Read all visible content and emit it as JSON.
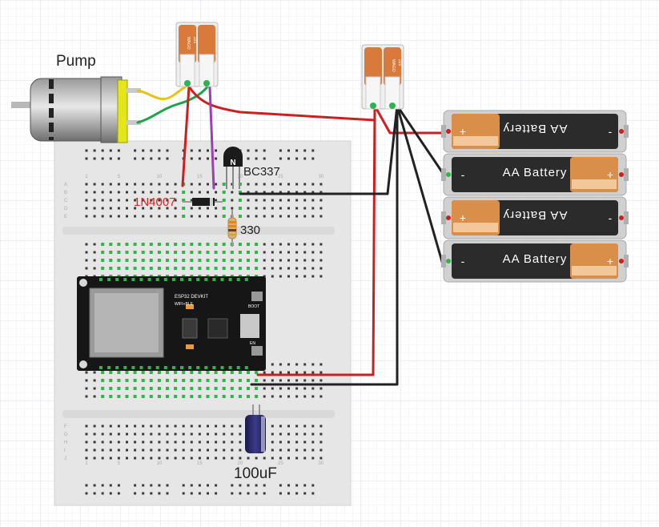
{
  "labels": {
    "pump": "Pump",
    "diode": "1N4007",
    "transistor": "BC337",
    "resistor": "330",
    "capacitor": "100uF"
  },
  "batteries": [
    {
      "label": "AA Battery",
      "flipped": true
    },
    {
      "label": "AA Battery",
      "flipped": false
    },
    {
      "label": "AA Battery",
      "flipped": true
    },
    {
      "label": "AA Battery",
      "flipped": false
    }
  ],
  "battery_signs": {
    "plus": "+",
    "minus": "-"
  },
  "wago": {
    "brand": "WAGO",
    "model": "221"
  },
  "esp32": {
    "title": "ESP32 DEVKIT",
    "subtitle": "WIFI+BLE",
    "boot": "BOOT",
    "en": "EN"
  },
  "breadboard_numbers": [
    "1",
    "5",
    "10",
    "15",
    "20",
    "25",
    "30"
  ],
  "row_letters_top": [
    "A",
    "B",
    "C",
    "D",
    "E"
  ],
  "row_letters_bottom": [
    "F",
    "G",
    "H",
    "I",
    "J"
  ],
  "colors": {
    "grid": "#d8dde6",
    "breadboard": "#e9e9e9",
    "wire_red": "#cc1f1f",
    "wire_black": "#222222",
    "wire_yellow": "#e8c21a",
    "wire_green": "#1ea34a",
    "wire_purple": "#9b3fb3",
    "wago_orange": "#d9793a",
    "battery_copper": "#d98e4a",
    "battery_dark": "#2b2b2b",
    "diode_label": "#e02020"
  }
}
